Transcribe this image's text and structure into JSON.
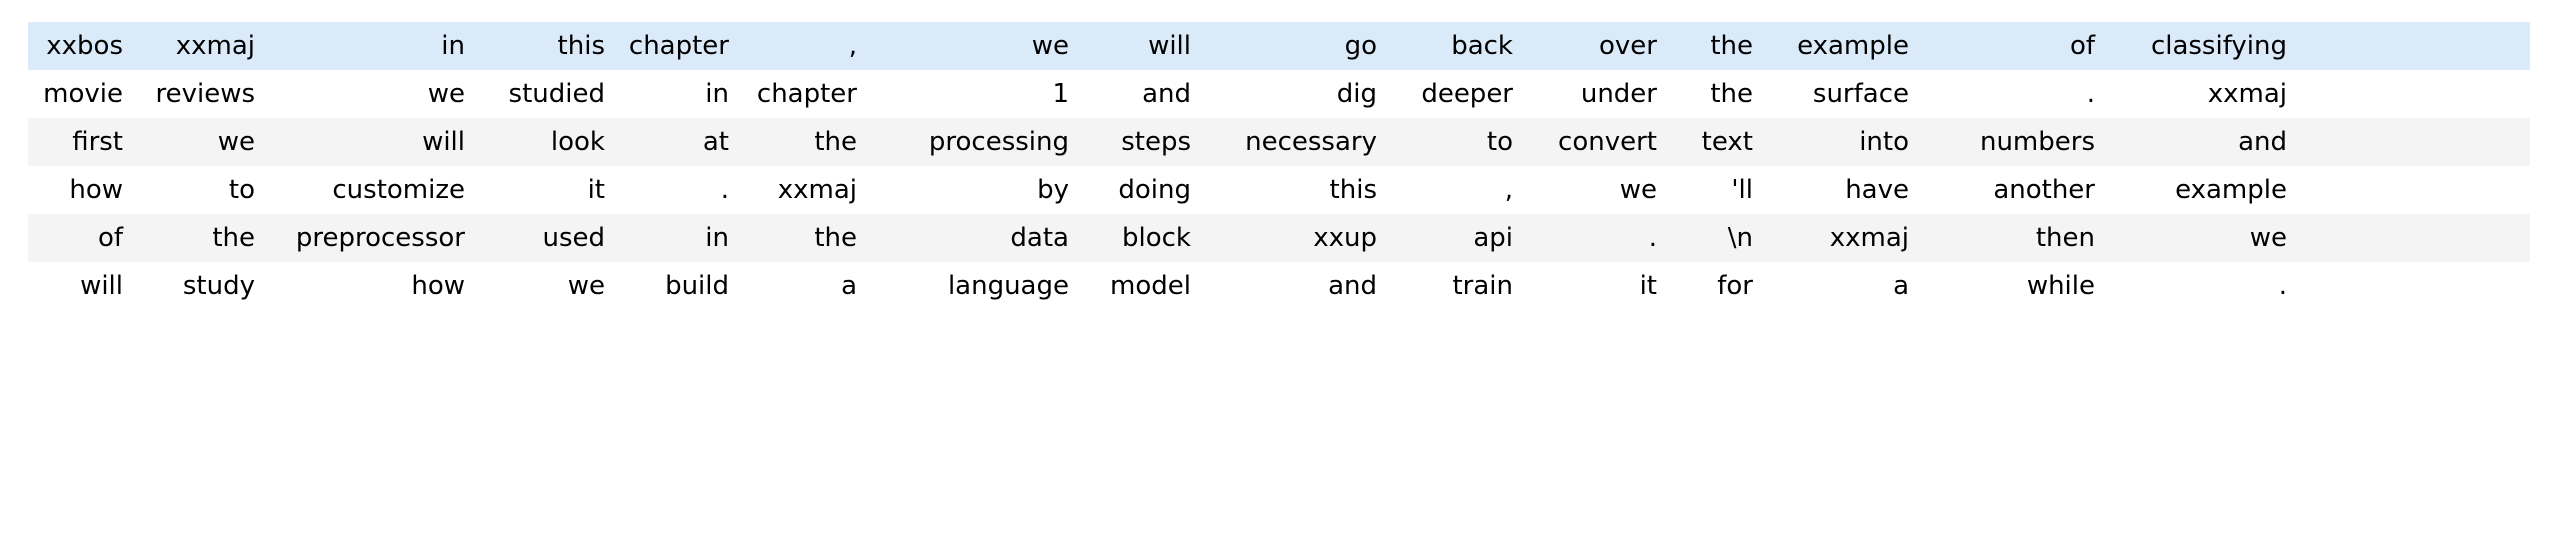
{
  "table": {
    "name": "tokenized-text-dataframe",
    "column_count": 16,
    "row_count": 6,
    "colors": {
      "highlight_row_background": "#daeaf9",
      "stripe_row_background": "#f4f4f4",
      "plain_row_background": "#ffffff",
      "text": "#000000",
      "page_background": "#ffffff"
    },
    "rows": [
      {
        "style": "highlight",
        "cells": [
          "xxbos",
          "xxmaj",
          "in",
          "this",
          "chapter",
          ",",
          "we",
          "will",
          "go",
          "back",
          "over",
          "the",
          "example",
          "of",
          "classifying"
        ]
      },
      {
        "style": "plain",
        "cells": [
          "movie",
          "reviews",
          "we",
          "studied",
          "in",
          "chapter",
          "1",
          "and",
          "dig",
          "deeper",
          "under",
          "the",
          "surface",
          ".",
          "xxmaj"
        ]
      },
      {
        "style": "stripe",
        "cells": [
          "first",
          "we",
          "will",
          "look",
          "at",
          "the",
          "processing",
          "steps",
          "necessary",
          "to",
          "convert",
          "text",
          "into",
          "numbers",
          "and"
        ]
      },
      {
        "style": "plain",
        "cells": [
          "how",
          "to",
          "customize",
          "it",
          ".",
          "xxmaj",
          "by",
          "doing",
          "this",
          ",",
          "we",
          "'ll",
          "have",
          "another",
          "example"
        ]
      },
      {
        "style": "stripe",
        "cells": [
          "of",
          "the",
          "preprocessor",
          "used",
          "in",
          "the",
          "data",
          "block",
          "xxup",
          "api",
          ".",
          "\\n",
          "xxmaj",
          "then",
          "we"
        ]
      },
      {
        "style": "plain",
        "cells": [
          "will",
          "study",
          "how",
          "we",
          "build",
          "a",
          "language",
          "model",
          "and",
          "train",
          "it",
          "for",
          "a",
          "while",
          "."
        ]
      }
    ]
  }
}
